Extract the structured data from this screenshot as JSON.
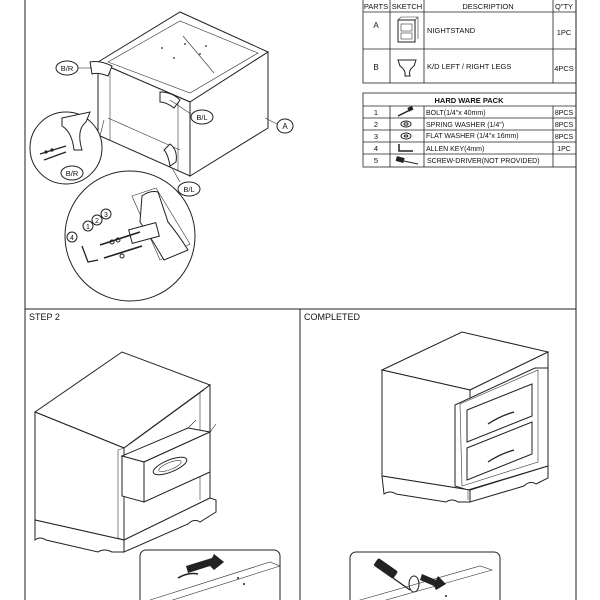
{
  "parts_table": {
    "headers": [
      "PARTS",
      "SKETCH",
      "DESCRIPTION",
      "Q\"TY"
    ],
    "rows": [
      {
        "part": "A",
        "description": "NIGHTSTAND",
        "qty": "1PC",
        "sketch_icon": "nightstand-icon"
      },
      {
        "part": "B",
        "description": "K/D LEFT / RIGHT LEGS",
        "qty": "4PCS",
        "sketch_icon": "leg-icon"
      }
    ]
  },
  "hardware_table": {
    "title": "HARD WARE PACK",
    "rows": [
      {
        "no": "1",
        "description": "BOLT(1/4\"x 40mm)",
        "qty": "8PCS",
        "sketch_icon": "bolt-icon"
      },
      {
        "no": "2",
        "description": "SPRING WASHER (1/4\")",
        "qty": "8PCS",
        "sketch_icon": "spring-washer-icon"
      },
      {
        "no": "3",
        "description": "FLAT WASHER (1/4\"x 16mm)",
        "qty": "8PCS",
        "sketch_icon": "flat-washer-icon"
      },
      {
        "no": "4",
        "description": "ALLEN KEY(4mm)",
        "qty": "1PC",
        "sketch_icon": "allen-key-icon"
      },
      {
        "no": "5",
        "description": "SCREW-DRIVER(NOT PROVIDED)",
        "qty": "",
        "sketch_icon": "screwdriver-icon"
      }
    ]
  },
  "step1": {
    "labels": {
      "br_top": "B/R",
      "bl_mid": "B/L",
      "a": "A",
      "br_zoom": "B/R",
      "bl_bottom": "B/L"
    },
    "callouts": [
      "1",
      "2",
      "3",
      "4"
    ]
  },
  "step2": {
    "title": "STEP 2"
  },
  "completed": {
    "title": "COMPLETED"
  }
}
